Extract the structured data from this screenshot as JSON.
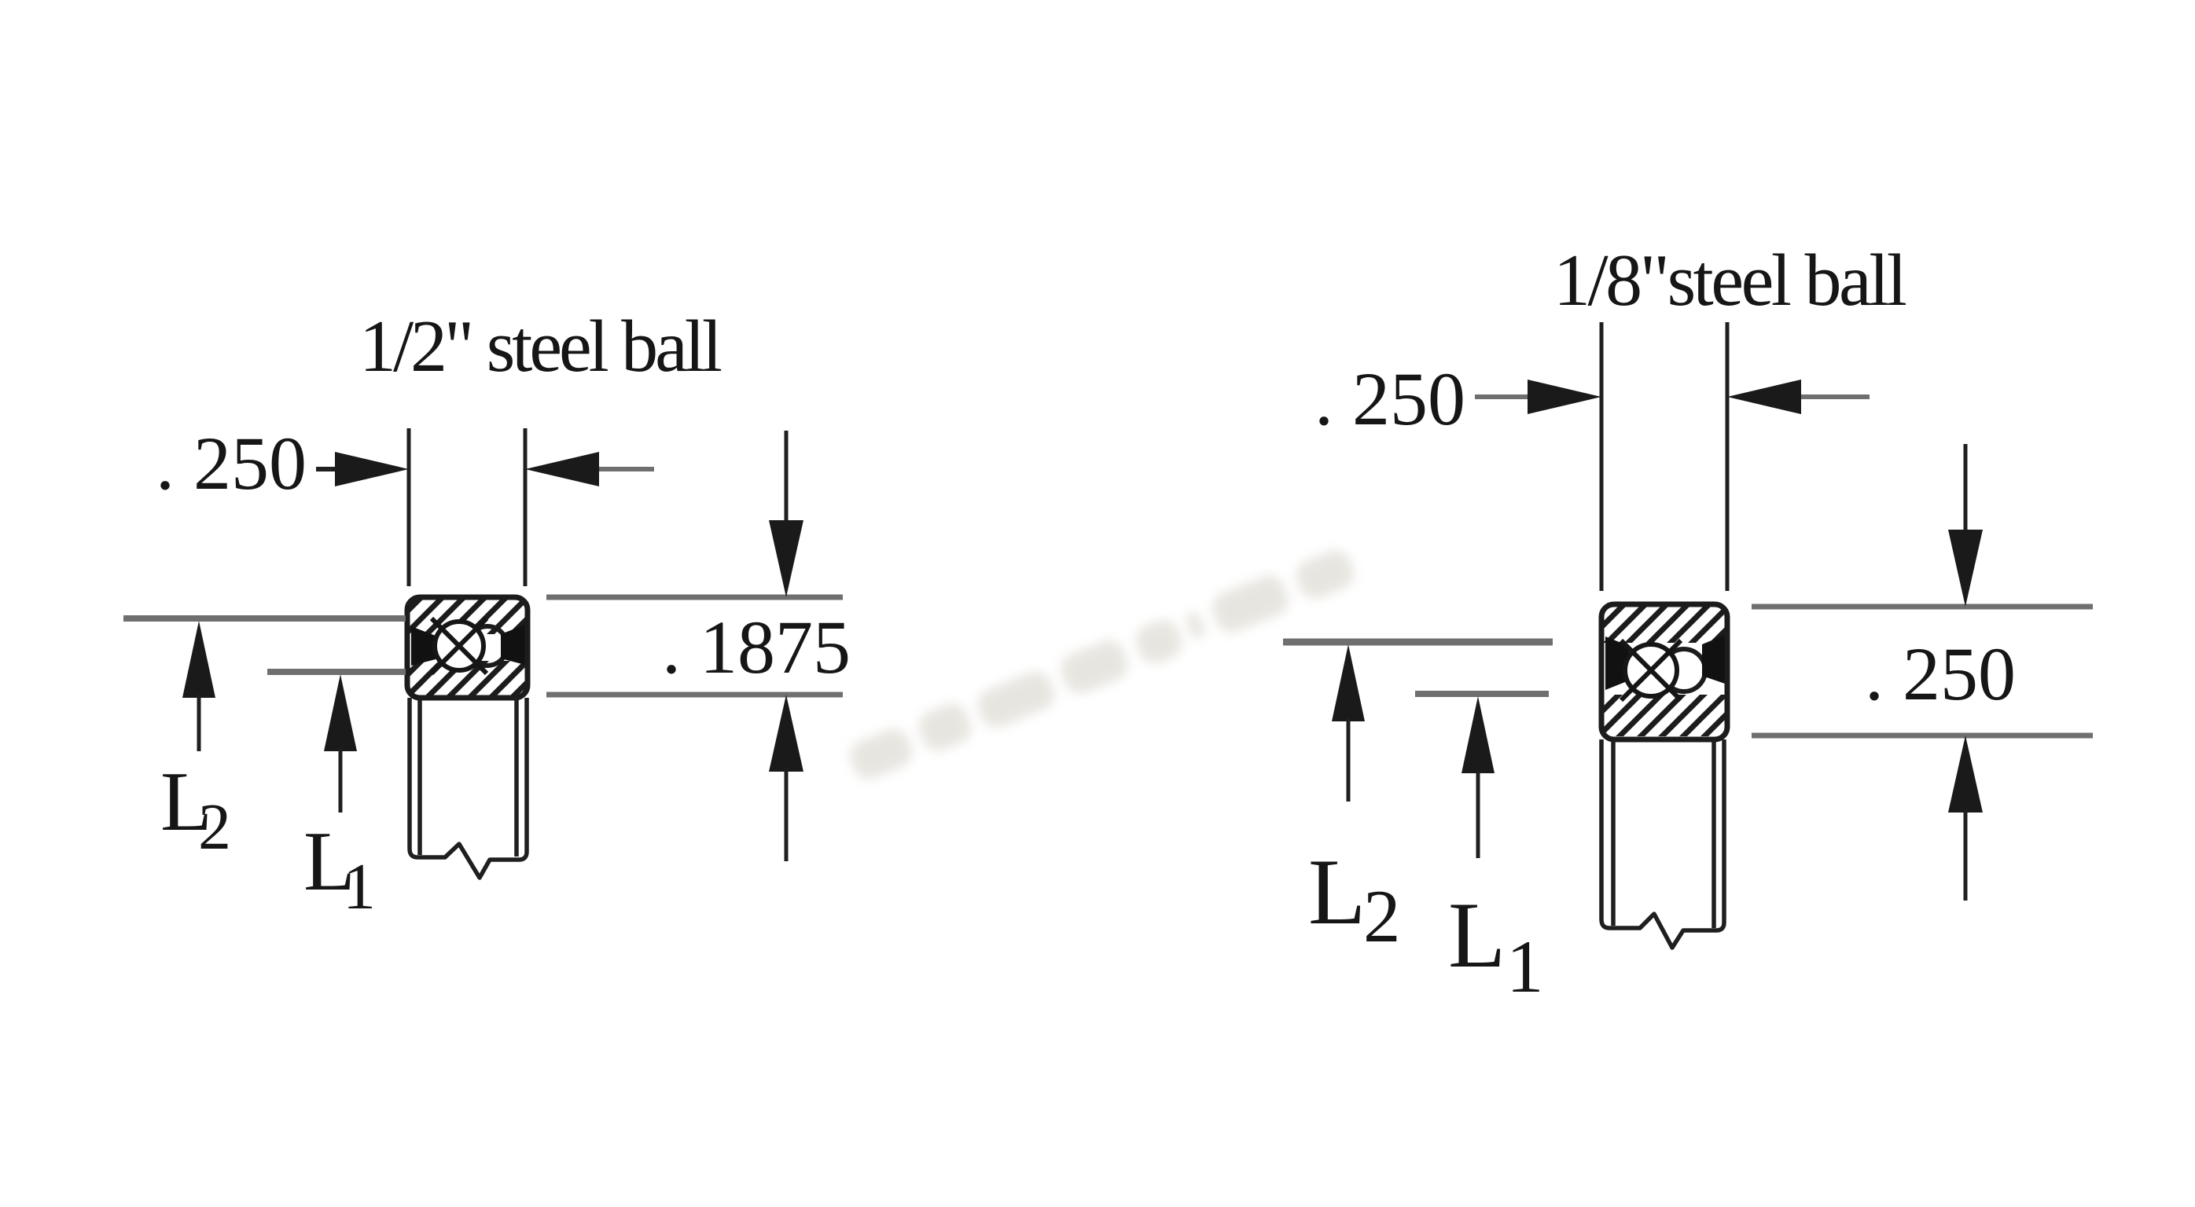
{
  "drawing": {
    "title_note": "",
    "left_view": {
      "ball_label": "1/2\" steel ball",
      "width_dim": ". 250",
      "height_dim": ". 1875",
      "l2_label": "L",
      "l2_sub": "2",
      "l1_label": "L",
      "l1_sub": "1"
    },
    "right_view": {
      "ball_label": "1/8\"steel ball",
      "width_dim": ". 250",
      "height_dim": ". 250",
      "l2_label": "L",
      "l2_sub": "2",
      "l1_label": "L",
      "l1_sub": "1"
    },
    "colors": {
      "ink": "#1f1f1f",
      "reference_line_gray": "#6f6f6f",
      "background": "#ffffff",
      "watermark": "#d8d5cc"
    }
  }
}
